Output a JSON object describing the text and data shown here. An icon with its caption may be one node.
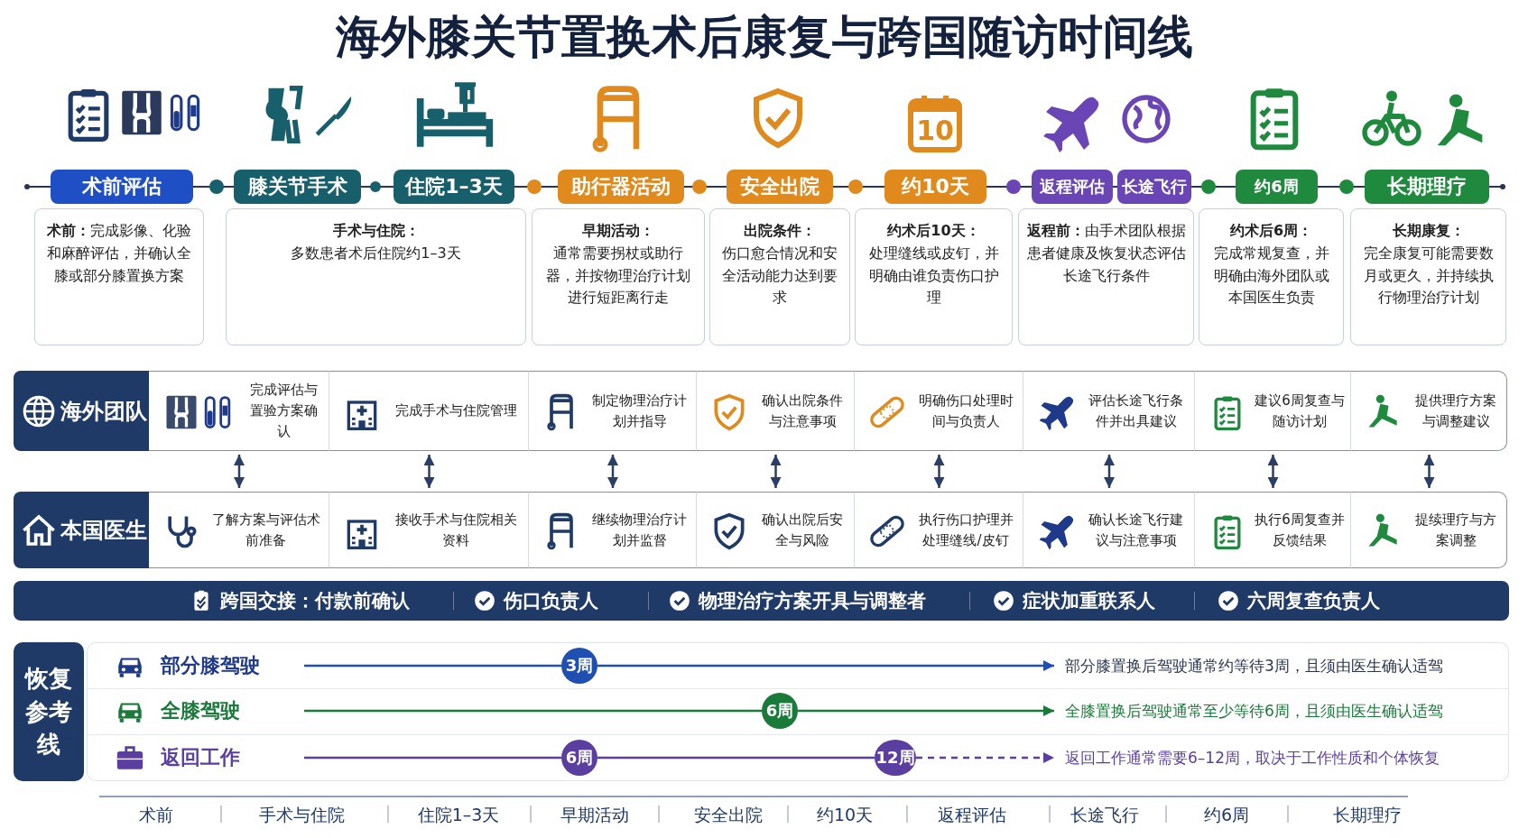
{
  "diagram": {
    "title": "海外膝关节置换术后康复与跨国随访时间线",
    "nodes": [
      {
        "text": [
          "术前评估"
        ]
      },
      {
        "text": [
          "膝关节手术"
        ]
      },
      {
        "text": [
          "住院1–3天"
        ]
      },
      {
        "text": [
          "助行器活动"
        ]
      },
      {
        "text": [
          "安全出院"
        ]
      },
      {
        "text": [
          "约10天"
        ]
      },
      {
        "text": [
          "返程评估"
        ]
      },
      {
        "text": [
          "长途飞行"
        ]
      },
      {
        "text": [
          "约6周"
        ]
      },
      {
        "text": [
          "长期理疗"
        ]
      },
      {
        "text": [
          "**术前：**完成影像、化验和麻醉评估，并确认全膝或部分膝置换方案"
        ]
      },
      {
        "text": [
          "手术与住院：",
          "多数患者术后住院约1–3天"
        ]
      },
      {
        "text": [
          "早期活动：",
          "通常需要拐杖或助行器，并按物理治疗计划进行短距离行走"
        ]
      },
      {
        "text": [
          "出院条件：",
          "伤口愈合情况和安全活动能力达到要求"
        ]
      },
      {
        "text": [
          "约术后10天：",
          "处理缝线或皮钉，并明确由谁负责伤口护理"
        ]
      },
      {
        "text": [
          "**返程前：**由手术团队根据患者健康及恢复状态评估长途飞行条件"
        ]
      },
      {
        "text": [
          "约术后6周：",
          "完成常规复查，并明确由海外团队或本国医生负责"
        ]
      },
      {
        "text": [
          "长期康复：",
          "完全康复可能需要数月或更久，并持续执行物理治疗计划"
        ]
      },
      {
        "text": [
          "海外团队"
        ]
      },
      {
        "text": [
          "完成评估与置验方案确认"
        ]
      },
      {
        "text": [
          "完成手术与住院管理"
        ]
      },
      {
        "text": [
          "制定物理治疗计划并指导"
        ]
      },
      {
        "text": [
          "确认出院条件与注意事项"
        ]
      },
      {
        "text": [
          "明确伤口处理时间与负责人"
        ]
      },
      {
        "text": [
          "评估长途飞行条件并出具建议"
        ]
      },
      {
        "text": [
          "建议6周复查与随访计划"
        ]
      },
      {
        "text": [
          "提供理疗方案与调整建议"
        ]
      },
      {
        "text": [
          "本国医生"
        ]
      },
      {
        "text": [
          "了解方案与评估术前准备"
        ]
      },
      {
        "text": [
          "接收手术与住院相关资料"
        ]
      },
      {
        "text": [
          "继续物理治疗计划并监督"
        ]
      },
      {
        "text": [
          "确认出院后安全与风险"
        ]
      },
      {
        "text": [
          "执行伤口护理并处理缝线/皮钉"
        ]
      },
      {
        "text": [
          "确认长途飞行建议与注意事项"
        ]
      },
      {
        "text": [
          "执行6周复查并反馈结果"
        ]
      },
      {
        "text": [
          "提续理疗与方案调整"
        ]
      },
      {
        "text": [
          "跨国交接：付款前确认",
          "伤口负责人",
          "物理治疗方案开具与调整者",
          "症状加重联系人",
          "六周复查负责人"
        ]
      },
      {
        "text": [
          "恢复参考线"
        ]
      },
      {
        "text": [
          "3周"
        ]
      },
      {
        "text": [
          "部分膝置换后驾驶通常约等待3周，且须由医生确认适驾"
        ]
      },
      {
        "text": [
          "6周"
        ]
      },
      {
        "text": [
          "全膝置换后驾驶通常至少等待6周，且须由医生确认适驾"
        ]
      },
      {
        "text": [
          "6周"
        ]
      },
      {
        "text": [
          "12周"
        ]
      },
      {
        "text": [
          "返回工作通常需要6–12周，取决于工作性质和个体恢复"
        ]
      }
    ],
    "edges": [
      {
        "from": 19,
        "to": 28,
        "arrow": "both"
      },
      {
        "from": 20,
        "to": 29,
        "arrow": "both"
      },
      {
        "from": 21,
        "to": 30,
        "arrow": "both"
      },
      {
        "from": 22,
        "to": 31,
        "arrow": "both"
      },
      {
        "from": 23,
        "to": 32,
        "arrow": "both"
      },
      {
        "from": 24,
        "to": 33,
        "arrow": "both"
      },
      {
        "from": 25,
        "to": 34,
        "arrow": "both"
      },
      {
        "from": 26,
        "to": 35,
        "arrow": "both"
      },
      {
        "from": null,
        "to": 38,
        "arrow": "none",
        "color": "#1f4fb0"
      },
      {
        "from": 38,
        "to": 39,
        "arrow": "to",
        "color": "#1f4fb0"
      },
      {
        "from": null,
        "to": 40,
        "arrow": "none",
        "color": "#1a7a3a"
      },
      {
        "from": 40,
        "to": 41,
        "arrow": "to",
        "color": "#1a7a3a"
      },
      {
        "from": null,
        "to": 42,
        "arrow": "none",
        "color": "#5b3fa0"
      },
      {
        "from": 42,
        "to": 43,
        "arrow": "none",
        "color": "#5b3fa0"
      },
      {
        "from": 43,
        "to": 44,
        "arrow": "to",
        "style": "dashed",
        "color": "#5b3fa0"
      }
    ],
    "labels": [
      "10",
      "部分膝驾驶",
      "全膝驾驶",
      "返回工作",
      "术前",
      "手术与住院",
      "住院1–3天",
      "早期活动",
      "安全出院",
      "约10天",
      "返程评估",
      "长途飞行",
      "约6周",
      "长期理疗"
    ]
  }
}
